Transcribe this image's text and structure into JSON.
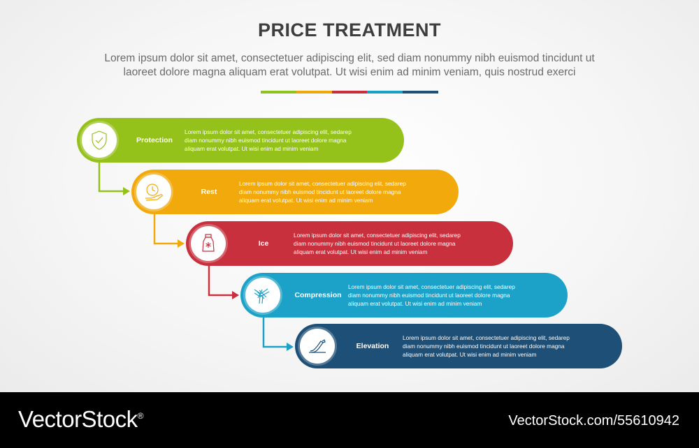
{
  "header": {
    "title": "PRICE TREATMENT",
    "subtitle_line1": "Lorem ipsum dolor sit amet, consectetuer adipiscing elit, sed diam nonummy nibh euismod tincidunt ut",
    "subtitle_line2": "laoreet dolore magna aliquam erat volutpat. Ut wisi enim ad minim veniam, quis nostrud exerci"
  },
  "colorbar": [
    "#8dc41e",
    "#eea80c",
    "#c9303e",
    "#1a9fc6",
    "#1e5078"
  ],
  "steps": [
    {
      "label": "Protection",
      "icon": "shield-check-icon",
      "color": "#94c11a",
      "desc_line1": "Lorem ipsum dolor sit amet, consectetuer adipiscing elit, sedarep",
      "desc_line2": "diam nonummy nibh euismod tincidunt ut laoreet dolore magna",
      "desc_line3": "aliquam erat volutpat. Ut wisi enim ad minim veniam"
    },
    {
      "label": "Rest",
      "icon": "clock-hand-icon",
      "color": "#f2a90c",
      "desc_line1": "Lorem ipsum dolor sit amet, consectetuer adipiscing elit, sedarep",
      "desc_line2": "diam nonummy nibh euismod tincidunt ut laoreet dolore magna",
      "desc_line3": "aliquam erat volutpat. Ut wisi enim ad minim veniam"
    },
    {
      "label": "Ice",
      "icon": "ice-bag-icon",
      "color": "#c8303d",
      "desc_line1": "Lorem ipsum dolor sit amet, consectetuer adipiscing elit, sedarep",
      "desc_line2": "diam nonummy nibh euismod tincidunt ut laoreet dolore magna",
      "desc_line3": "aliquam erat volutpat. Ut wisi enim ad minim veniam"
    },
    {
      "label": "Compression",
      "icon": "bandaged-joint-icon",
      "color": "#1ca2c8",
      "desc_line1": "Lorem ipsum dolor sit amet, consectetuer adipiscing elit, sedarep",
      "desc_line2": "diam nonummy nibh euismod tincidunt ut laoreet dolore magna",
      "desc_line3": "aliquam erat volutpat. Ut wisi enim ad minim veniam"
    },
    {
      "label": "Elevation",
      "icon": "raised-leg-icon",
      "color": "#1d4f77",
      "desc_line1": "Lorem ipsum dolor sit amet, consectetuer adipiscing elit, sedarep",
      "desc_line2": "diam nonummy nibh euismod tincidunt ut laoreet dolore magna",
      "desc_line3": "aliquam erat volutpat. Ut wisi enim ad minim veniam"
    }
  ],
  "footer": {
    "brand": "VectorStock",
    "brand_mark": "®",
    "stock_id": "VectorStock.com/55610942"
  }
}
